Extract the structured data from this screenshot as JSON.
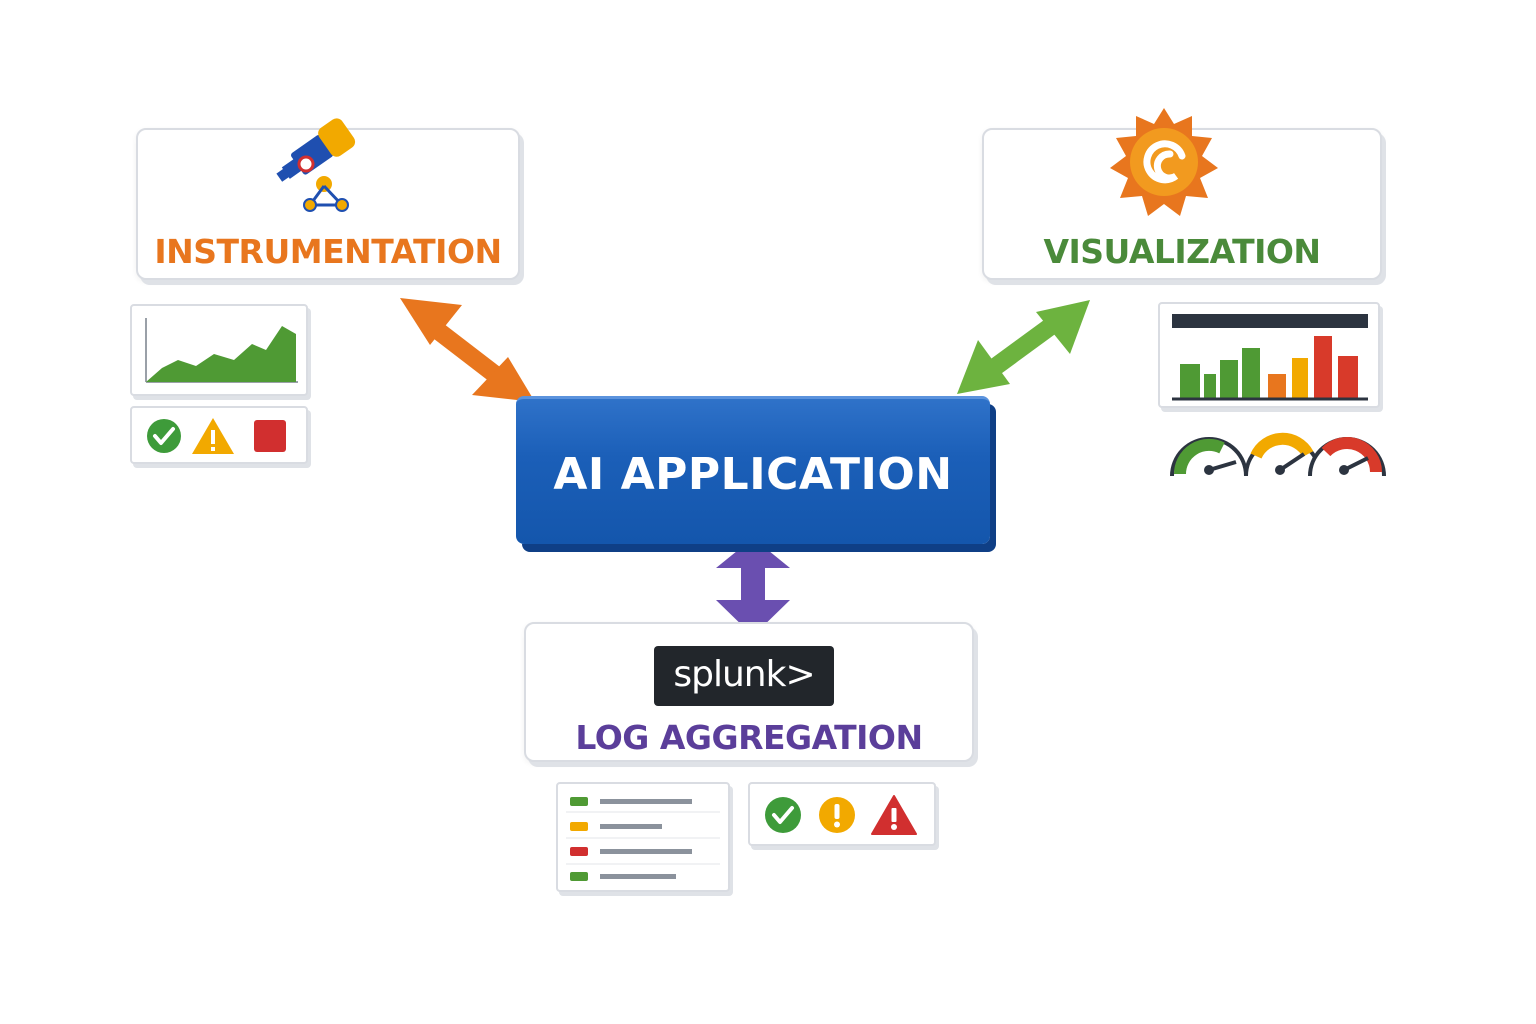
{
  "center": {
    "label": "AI APPLICATION"
  },
  "instrumentation": {
    "label": "INSTRUMENTATION",
    "icon": "telescope-icon",
    "color": "#e8761e"
  },
  "visualization": {
    "label": "VISUALIZATION",
    "icon": "grafana-logo-icon",
    "color": "#4a8a3a"
  },
  "log_aggregation": {
    "label": "LOG AGGREGATION",
    "logo_text": "splunk>",
    "color": "#5b3e9a"
  },
  "status_icons": {
    "instrumentation": [
      "check-circle-icon",
      "warning-triangle-icon",
      "error-square-icon"
    ],
    "log_aggregation": [
      "check-circle-icon",
      "exclamation-circle-icon",
      "warning-triangle-icon"
    ]
  },
  "log_rows": [
    "green",
    "orange",
    "red",
    "green"
  ],
  "colors": {
    "blue": "#1b5fb8",
    "orange": "#e8761e",
    "green": "#6db33f",
    "purple": "#6a4fb0",
    "red": "#d12f2f",
    "amber": "#f2a900"
  }
}
